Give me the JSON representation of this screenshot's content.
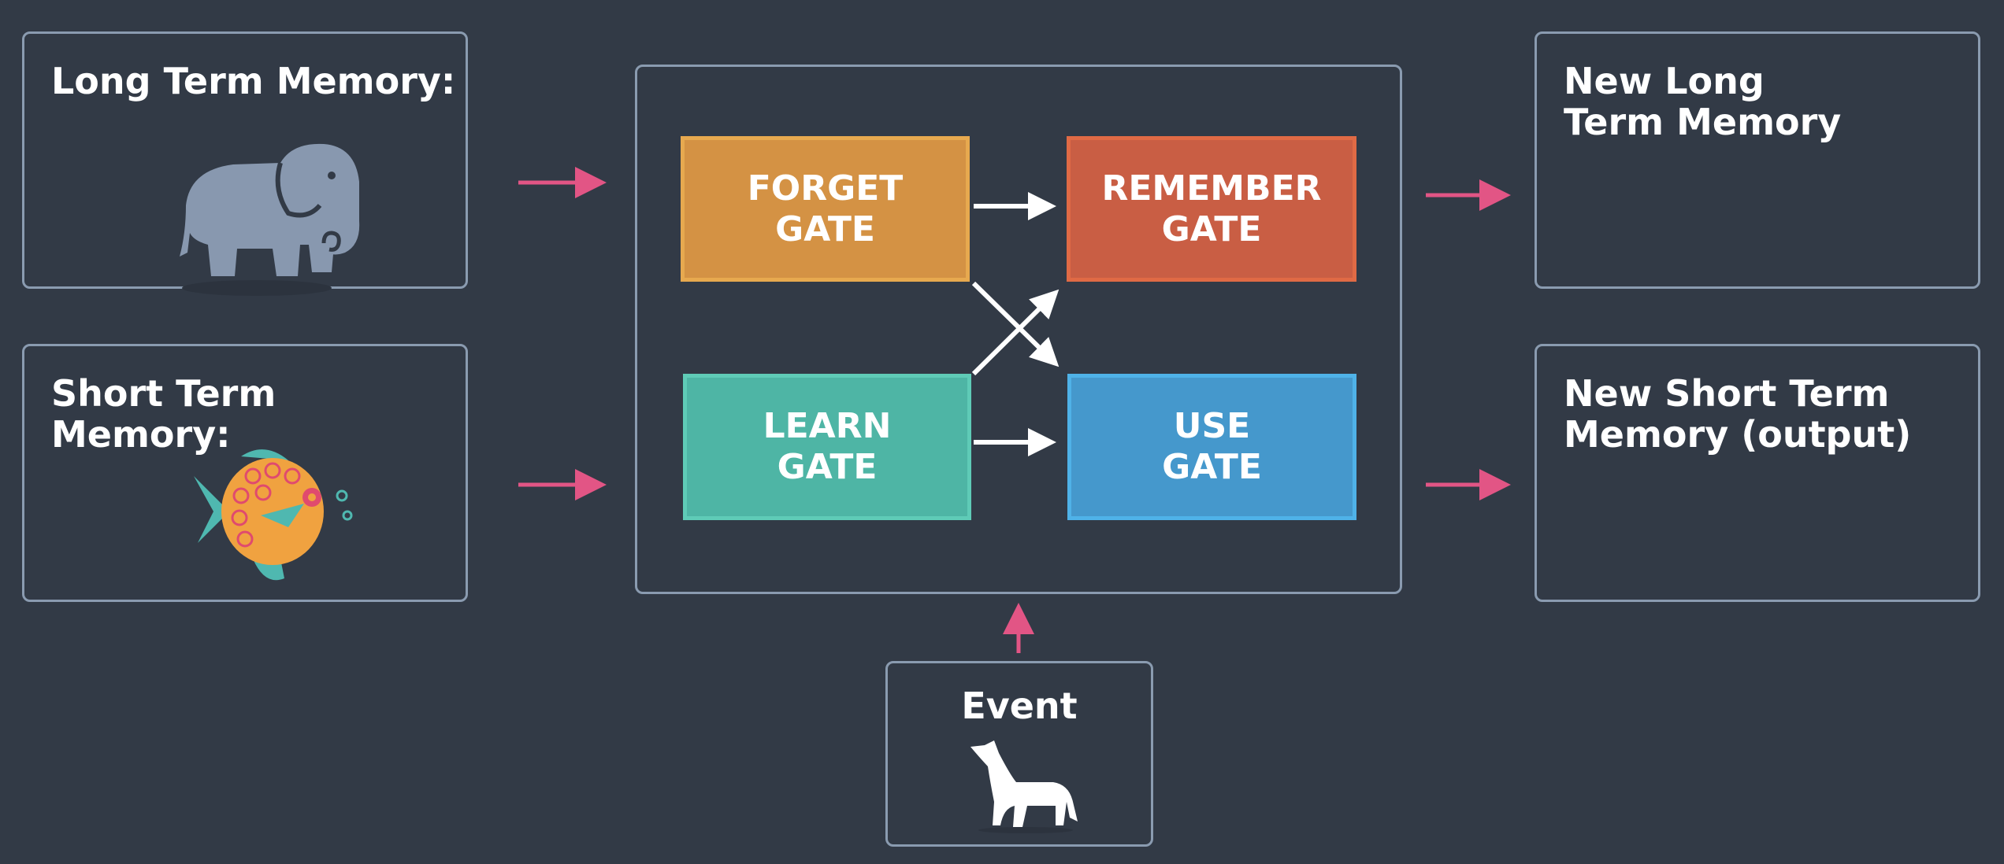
{
  "inputs": {
    "long_term": {
      "title": "Long Term Memory:",
      "icon": "elephant-icon"
    },
    "short_term": {
      "title": "Short Term Memory:",
      "icon": "fish-icon"
    },
    "event": {
      "title": "Event",
      "icon": "wolf-icon"
    }
  },
  "gates": {
    "forget": {
      "label": "FORGET\nGATE",
      "color": "#d49244",
      "border": "#e7a94f"
    },
    "remember": {
      "label": "REMEMBER\nGATE",
      "color": "#c95e44",
      "border": "#e06a45"
    },
    "learn": {
      "label": "LEARN\nGATE",
      "color": "#4eb5a5",
      "border": "#5fcbb7"
    },
    "use": {
      "label": "USE\nGATE",
      "color": "#4598cc",
      "border": "#4fb2e8"
    }
  },
  "outputs": {
    "new_long_term": {
      "title": "New Long\nTerm Memory"
    },
    "new_short_term": {
      "title": "New Short Term\nMemory (output)"
    }
  },
  "colors": {
    "background": "#323a46",
    "box_border": "#8a9bb0",
    "input_arrow": "#e25585",
    "gate_arrow": "#ffffff"
  }
}
